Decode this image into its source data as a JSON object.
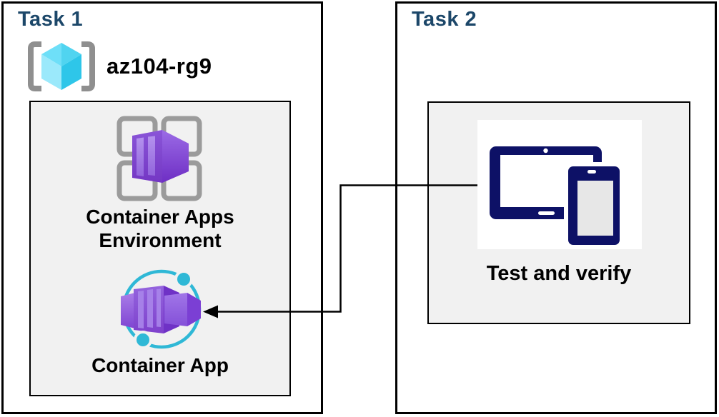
{
  "colors": {
    "title": "#1C4769",
    "box_border": "#000000",
    "inner_box_fill": "#F1F1F1",
    "label_text": "#000000",
    "connector": "#000000",
    "navy_device": "#0D1166",
    "device_screen_gray": "#E7E7E7",
    "teal_accent": "#2FB8D6",
    "purple_light": "#A885EA",
    "purple_mid": "#8A55D8",
    "purple_dark": "#6F32C6",
    "frame_gray": "#9B9B9B",
    "bracket_gray": "#8F8F8F",
    "cube_cyan_top_left": "#6EDFF8",
    "cube_cyan_top_right": "#50D4F0",
    "cube_cyan_left": "#9BE9FB",
    "cube_cyan_right": "#2EC6E9"
  },
  "task1": {
    "title": "Task 1",
    "resource_group_name": "az104-rg9",
    "environment_label": "Container Apps Environment",
    "app_label": "Container App"
  },
  "task2": {
    "title": "Task 2",
    "verify_label": "Test and verify"
  }
}
